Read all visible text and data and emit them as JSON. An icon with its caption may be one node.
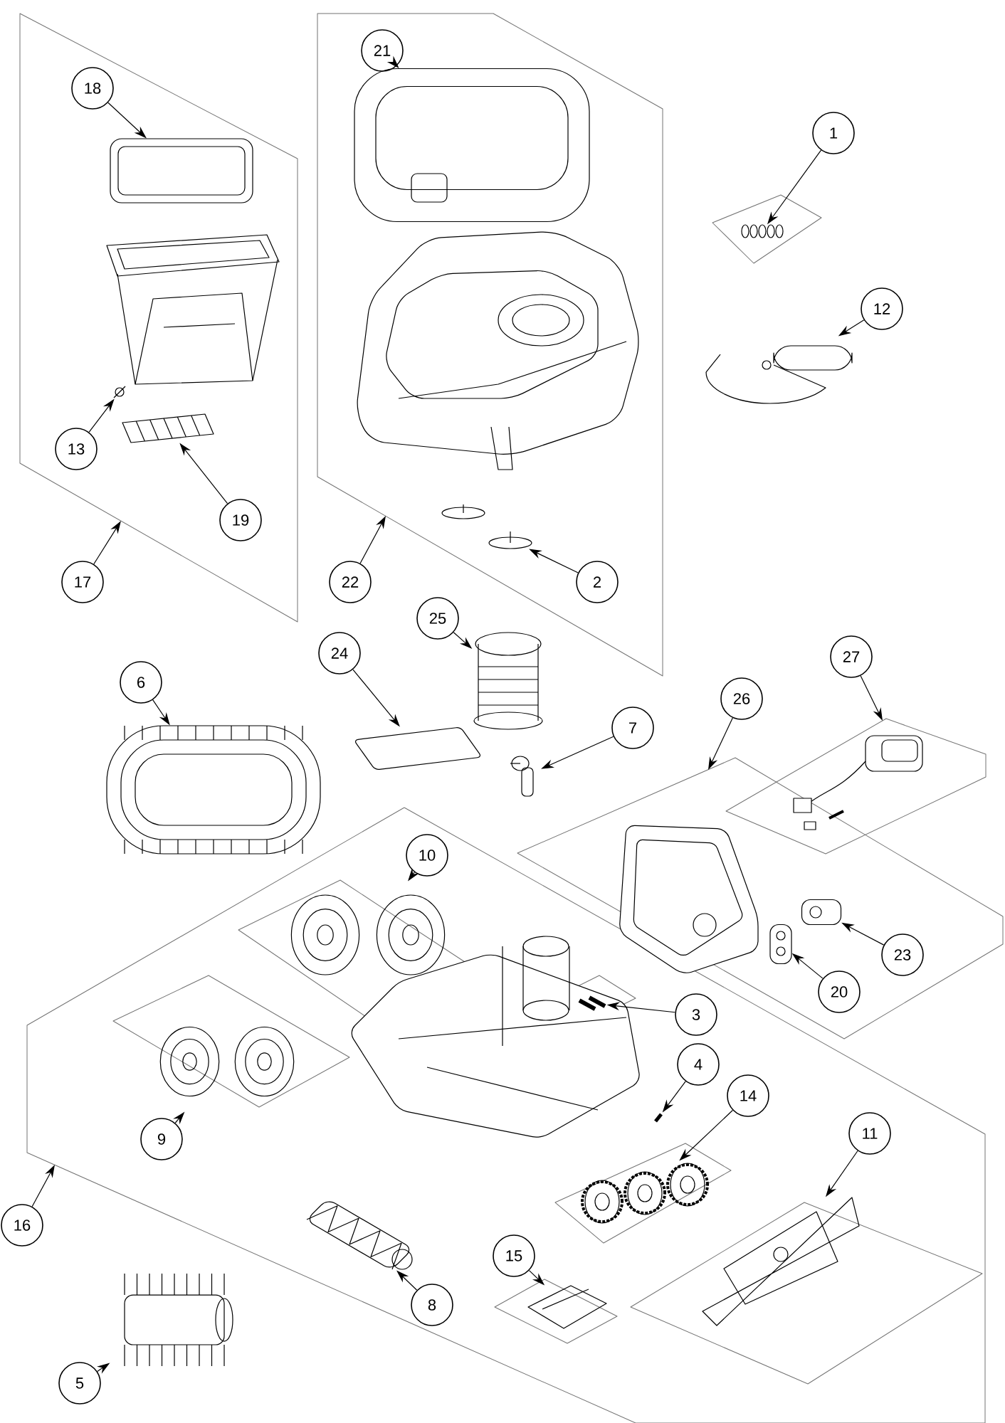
{
  "diagram": {
    "nodes": [
      {
        "text": [],
        "shape": "box"
      },
      {
        "text": [],
        "shape": "box"
      },
      {
        "text": [],
        "shape": "box"
      },
      {
        "text": [],
        "shape": "box"
      },
      {
        "text": [],
        "shape": "box"
      },
      {
        "text": [
          "21"
        ],
        "in": 1
      },
      {
        "text": [
          "18"
        ],
        "in": 0
      },
      {
        "text": [
          "1"
        ]
      },
      {
        "text": [
          "12"
        ]
      },
      {
        "text": [
          "13"
        ],
        "in": 0
      },
      {
        "text": [
          "19"
        ],
        "in": 0
      },
      {
        "text": [
          "17"
        ]
      },
      {
        "text": [
          "22"
        ]
      },
      {
        "text": [
          "2"
        ],
        "in": 1
      },
      {
        "text": [
          "25"
        ]
      },
      {
        "text": [
          "24"
        ]
      },
      {
        "text": [
          "27"
        ]
      },
      {
        "text": [
          "6"
        ]
      },
      {
        "text": [
          "26"
        ]
      },
      {
        "text": [
          "7"
        ]
      },
      {
        "text": [
          "10"
        ],
        "in": 2
      },
      {
        "text": [
          "23"
        ],
        "in": 3
      },
      {
        "text": [
          "20"
        ],
        "in": 3
      },
      {
        "text": [
          "3"
        ],
        "in": 2
      },
      {
        "text": [
          "4"
        ],
        "in": 2
      },
      {
        "text": [
          "14"
        ],
        "in": 2
      },
      {
        "text": [
          "11"
        ],
        "in": 2
      },
      {
        "text": [
          "9"
        ],
        "in": 2
      },
      {
        "text": [
          "16"
        ]
      },
      {
        "text": [
          "15"
        ],
        "in": 2
      },
      {
        "text": [
          "8"
        ],
        "in": 2
      },
      {
        "text": [
          "5"
        ]
      },
      {
        "text": [],
        "shape": "picture",
        "in": 1
      },
      {
        "text": [],
        "shape": "picture",
        "in": 0
      },
      {
        "text": [],
        "shape": "picture"
      },
      {
        "text": [],
        "shape": "picture"
      },
      {
        "text": [],
        "shape": "picture",
        "in": 0
      },
      {
        "text": [],
        "shape": "picture",
        "in": 0
      },
      {
        "text": [],
        "shape": "picture",
        "in": 1
      },
      {
        "text": [],
        "shape": "picture"
      },
      {
        "text": [],
        "shape": "picture"
      },
      {
        "text": [],
        "shape": "picture",
        "in": 4
      },
      {
        "text": [],
        "shape": "picture"
      },
      {
        "text": [],
        "shape": "picture"
      },
      {
        "text": [],
        "shape": "picture",
        "in": 2
      },
      {
        "text": [],
        "shape": "picture",
        "in": 3
      },
      {
        "text": [],
        "shape": "picture",
        "in": 3
      },
      {
        "text": [],
        "shape": "picture",
        "in": 2
      },
      {
        "text": [],
        "shape": "picture",
        "in": 2
      },
      {
        "text": [],
        "shape": "picture",
        "in": 2
      },
      {
        "text": [],
        "shape": "picture",
        "in": 2
      },
      {
        "text": [],
        "shape": "picture",
        "in": 2
      },
      {
        "text": [],
        "shape": "picture",
        "in": 2
      },
      {
        "text": [],
        "shape": "picture",
        "in": 2
      },
      {
        "text": [],
        "shape": "picture"
      }
    ],
    "edges": [
      {
        "from": 5,
        "to": 32,
        "arrow": "to"
      },
      {
        "from": 6,
        "to": 33,
        "arrow": "to"
      },
      {
        "from": 7,
        "to": 34,
        "arrow": "to"
      },
      {
        "from": 8,
        "to": 35,
        "arrow": "to"
      },
      {
        "from": 9,
        "to": 36,
        "arrow": "to"
      },
      {
        "from": 10,
        "to": 37,
        "arrow": "to"
      },
      {
        "from": 11,
        "to": 0,
        "arrow": "to"
      },
      {
        "from": 12,
        "to": 1,
        "arrow": "to"
      },
      {
        "from": 13,
        "to": 38,
        "arrow": "to"
      },
      {
        "from": 14,
        "to": 39,
        "arrow": "to"
      },
      {
        "from": 15,
        "to": 40,
        "arrow": "to"
      },
      {
        "from": 16,
        "to": 4,
        "arrow": "to"
      },
      {
        "from": 17,
        "to": 42,
        "arrow": "to"
      },
      {
        "from": 18,
        "to": 3,
        "arrow": "to"
      },
      {
        "from": 19,
        "to": 43,
        "arrow": "to"
      },
      {
        "from": 20,
        "to": 44,
        "arrow": "to"
      },
      {
        "from": 21,
        "to": 45,
        "arrow": "to"
      },
      {
        "from": 22,
        "to": 46,
        "arrow": "to"
      },
      {
        "from": 23,
        "to": 47,
        "arrow": "to"
      },
      {
        "from": 24,
        "to": 48,
        "arrow": "to"
      },
      {
        "from": 25,
        "to": 49,
        "arrow": "to"
      },
      {
        "from": 26,
        "to": 50,
        "arrow": "to"
      },
      {
        "from": 27,
        "to": 51,
        "arrow": "to"
      },
      {
        "from": 28,
        "to": 2,
        "arrow": "to"
      },
      {
        "from": 29,
        "to": 52,
        "arrow": "to"
      },
      {
        "from": 30,
        "to": 53,
        "arrow": "to"
      },
      {
        "from": 31,
        "to": 54,
        "arrow": "to"
      }
    ]
  }
}
